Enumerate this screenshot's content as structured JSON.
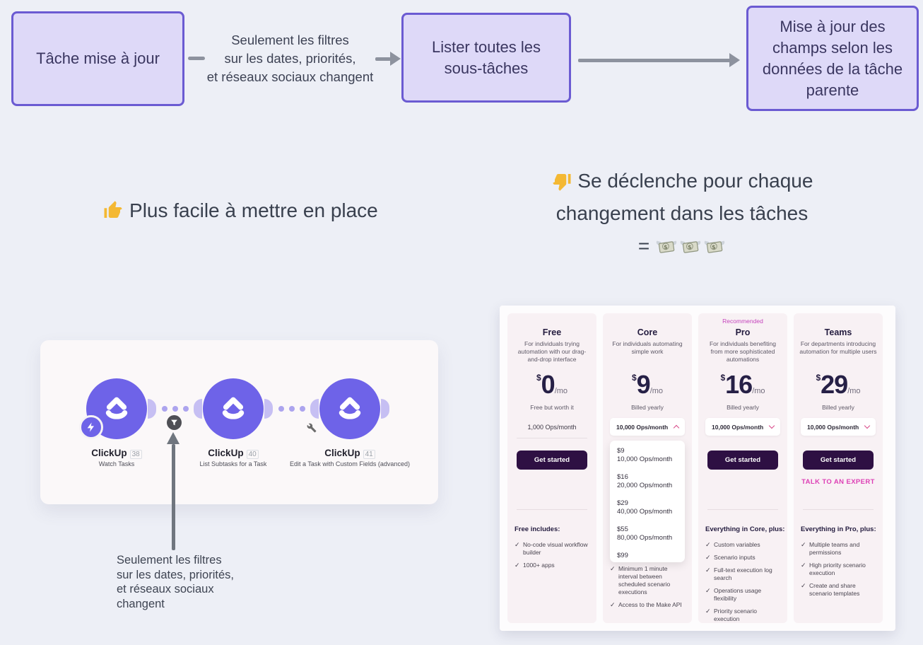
{
  "flowchart": {
    "box1": "Tâche mise à jour",
    "edge_label": "Seulement les filtres\nsur les dates, priorités,\net réseaux sociaux changent",
    "box2": "Lister toutes les\nsous-tâches",
    "box3": "Mise à jour des\nchamps selon les\ndonnées de la tâche\nparente",
    "box_fill": "#ded9f8",
    "box_border": "#6b5bd2",
    "arrow_color": "#8d929e"
  },
  "verdicts": {
    "pro_text": "Plus facile à mettre en place",
    "pro_icon": "thumbs-up",
    "con_line1": "Se déclenche pour chaque",
    "con_line2": "changement dans les tâches",
    "con_equals": "=",
    "con_icons": [
      "thumbs-down",
      "money-with-wings",
      "money-with-wings",
      "money-with-wings"
    ]
  },
  "scenario": {
    "module_color": "#6e63e8",
    "modules": [
      {
        "app": "ClickUp",
        "id": "38",
        "action": "Watch Tasks"
      },
      {
        "app": "ClickUp",
        "id": "40",
        "action": "List Subtasks for a Task"
      },
      {
        "app": "ClickUp",
        "id": "41",
        "action": "Edit a Task with Custom Fields (advanced)"
      }
    ],
    "annotation": "Seulement les filtres\nsur les dates, priorités,\net réseaux sociaux\nchangent"
  },
  "pricing": {
    "button_color": "#2e1043",
    "link_color": "#dd3fb5",
    "badge_color": "#c544bd",
    "plans": [
      {
        "name": "Free",
        "description": "For individuals trying automation with our drag-and-drop interface",
        "currency": "$",
        "price": "0",
        "period": "/mo",
        "billed_note": "Free but worth it",
        "ops_note": "1,000 Ops/month",
        "button_label": "Get started",
        "includes_title": "Free includes:",
        "features": [
          "No-code visual workflow builder",
          "1000+ apps"
        ]
      },
      {
        "name": "Core",
        "description": "For individuals automating simple work",
        "currency": "$",
        "price": "9",
        "period": "/mo",
        "billed_note": "Billed yearly",
        "dropdown_value": "10,000 Ops/month",
        "dropdown_open": true,
        "dropdown_options": [
          {
            "price": "$9",
            "ops": "10,000 Ops/month"
          },
          {
            "price": "$16",
            "ops": "20,000 Ops/month"
          },
          {
            "price": "$29",
            "ops": "40,000 Ops/month"
          },
          {
            "price": "$55",
            "ops": "80,000 Ops/month"
          },
          {
            "price": "$99",
            "ops": ""
          }
        ],
        "features": [
          "Minimum 1 minute interval between scheduled scenario executions",
          "Access to the Make API"
        ]
      },
      {
        "badge": "Recommended",
        "name": "Pro",
        "description": "For individuals benefiting from more sophisticated automations",
        "currency": "$",
        "price": "16",
        "period": "/mo",
        "billed_note": "Billed yearly",
        "dropdown_value": "10,000 Ops/month",
        "button_label": "Get started",
        "includes_title": "Everything in Core, plus:",
        "features": [
          "Custom variables",
          "Scenario inputs",
          "Full-text execution log search",
          "Operations usage flexibility",
          "Priority scenario execution"
        ]
      },
      {
        "name": "Teams",
        "description": "For departments introducing automation for multiple users",
        "currency": "$",
        "price": "29",
        "period": "/mo",
        "billed_note": "Billed yearly",
        "dropdown_value": "10,000 Ops/month",
        "button_label": "Get started",
        "expert_link": "TALK TO AN EXPERT",
        "includes_title": "Everything in Pro, plus:",
        "features": [
          "Multiple teams and permissions",
          "High priority scenario execution",
          "Create and share scenario templates"
        ]
      }
    ]
  }
}
